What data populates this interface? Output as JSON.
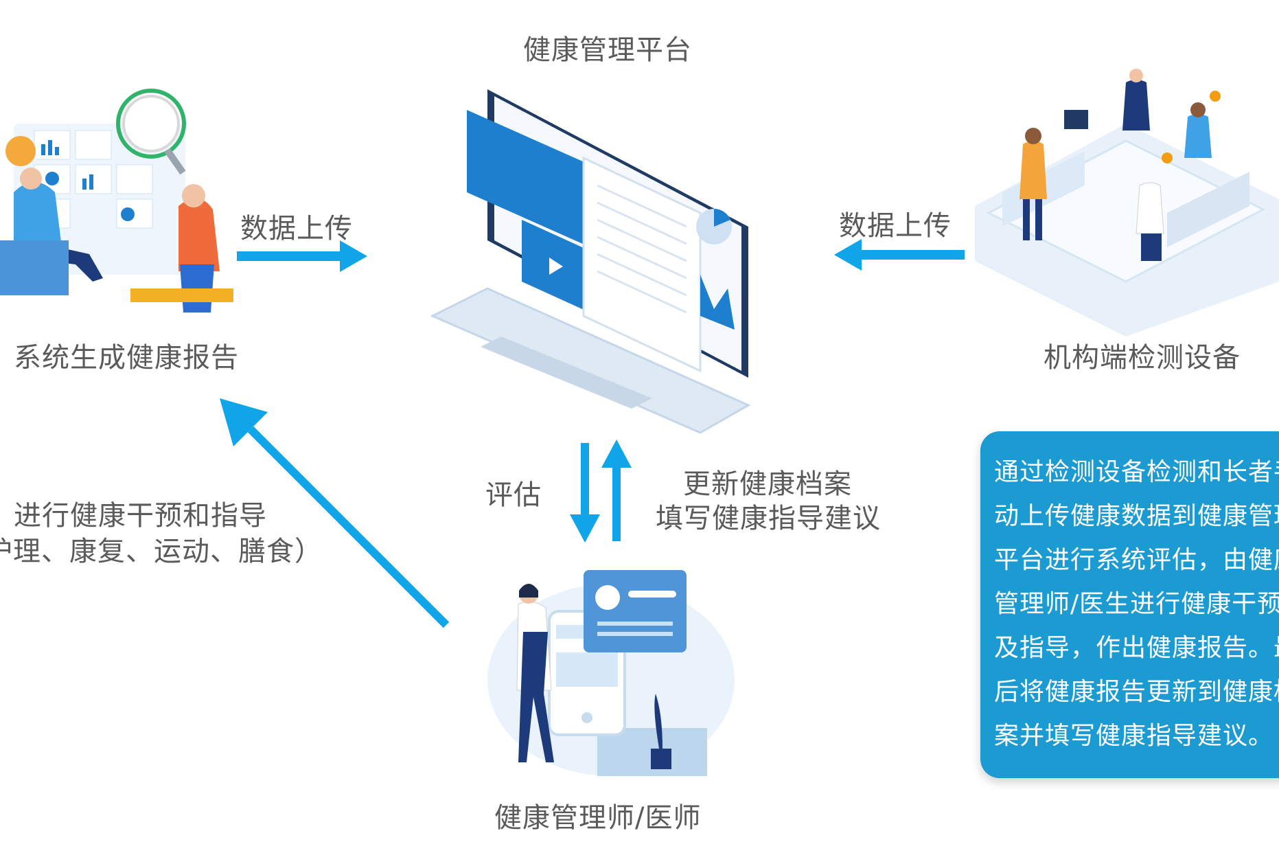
{
  "labels": {
    "platform": "健康管理平台",
    "report": "系统生成健康报告",
    "device": "机构端检测设备",
    "doctor": "健康管理师/医师",
    "upload_left": "数据上传",
    "upload_right": "数据上传",
    "assess": "评估",
    "update_line1": "更新健康档案",
    "update_line2": "填写健康指导建议",
    "intervene_line1": "进行健康干预和指导",
    "intervene_line2": "护理、康复、运动、膳食）"
  },
  "info_box": {
    "lines": [
      "通过检测设备检测和长者手",
      "动上传健康数据到健康管理",
      "平台进行系统评估，由健康",
      "管理师/医生进行健康干预",
      "及指导，作出健康报告。最",
      "后将健康报告更新到健康档",
      "案并填写健康指导建议。"
    ]
  },
  "colors": {
    "arrow": "#10a5e8",
    "info_bg": "#1b9bd1",
    "accent_blue": "#1e7fcf"
  },
  "icons": [
    "laptop-illustration",
    "team-dashboard-illustration",
    "clinic-people-illustration",
    "doctor-illustration"
  ]
}
